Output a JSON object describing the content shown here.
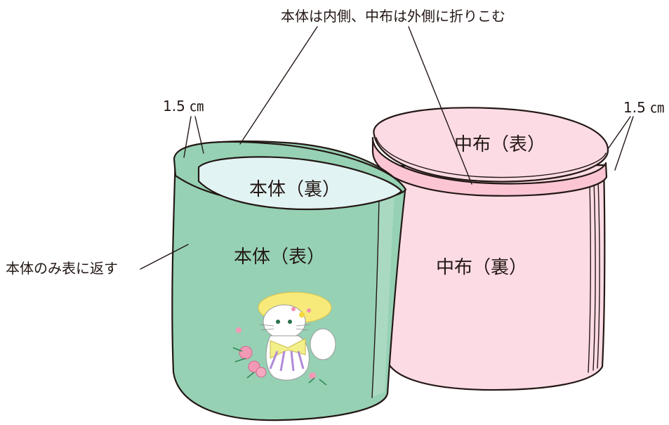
{
  "annotations": {
    "top_note": "本体は内側、中布は外側に折りこむ",
    "left_dim": "1.5 ㎝",
    "right_dim": "1.5 ㎝",
    "side_note": "本体のみ表に返す"
  },
  "labels": {
    "body_inside": "本体（裏）",
    "body_outside": "本体（表）",
    "lining_top": "中布（表）",
    "lining_side": "中布（裏）"
  },
  "colors": {
    "body_green": "#96d1b4",
    "body_green_light": "#aad9c1",
    "inside_light": "#e2f3f3",
    "lining_pink": "#fddbe4",
    "lining_pink_fold": "#fcc5d4",
    "outline": "#231815"
  },
  "icons": {
    "motif": "cat-with-flowers-illustration"
  }
}
